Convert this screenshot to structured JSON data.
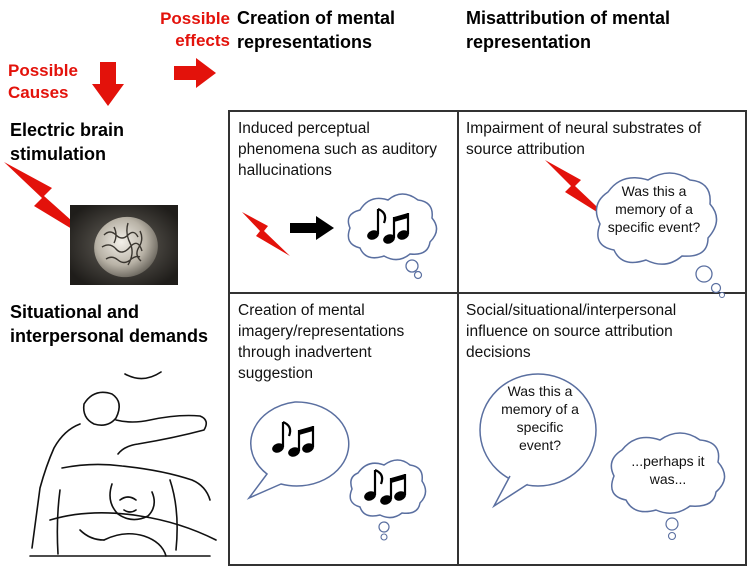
{
  "header": {
    "possible_effects": "Possible effects",
    "possible_causes": "Possible Causes",
    "col1": "Creation of mental representations",
    "col2": "Misattribution of mental representation"
  },
  "causes": {
    "row1": "Electric brain stimulation",
    "row2": "Situational and interpersonal demands"
  },
  "cells": {
    "r1c1": "Induced perceptual phenomena such as auditory hallucinations",
    "r1c2": "Impairment of neural substrates of source attribution",
    "r2c1": "Creation of mental imagery/representations through inadvertent suggestion",
    "r2c2": "Social/situational/interpersonal influence on source attribution decisions"
  },
  "bubbles": {
    "r1c2_thought": "Was this a memory of a specific event?",
    "r2c2_speech": "Was this a memory of a specific event?",
    "r2c2_thought": "...perhaps it was..."
  },
  "colors": {
    "accent_red": "#e3120b",
    "bubble_stroke": "#5a6fa0",
    "grid": "#333333"
  },
  "icons": [
    "down-arrow-icon",
    "right-arrow-icon",
    "lightning-bolt-icon",
    "brain-image",
    "music-note-icon",
    "clinician-patient-sketch"
  ]
}
